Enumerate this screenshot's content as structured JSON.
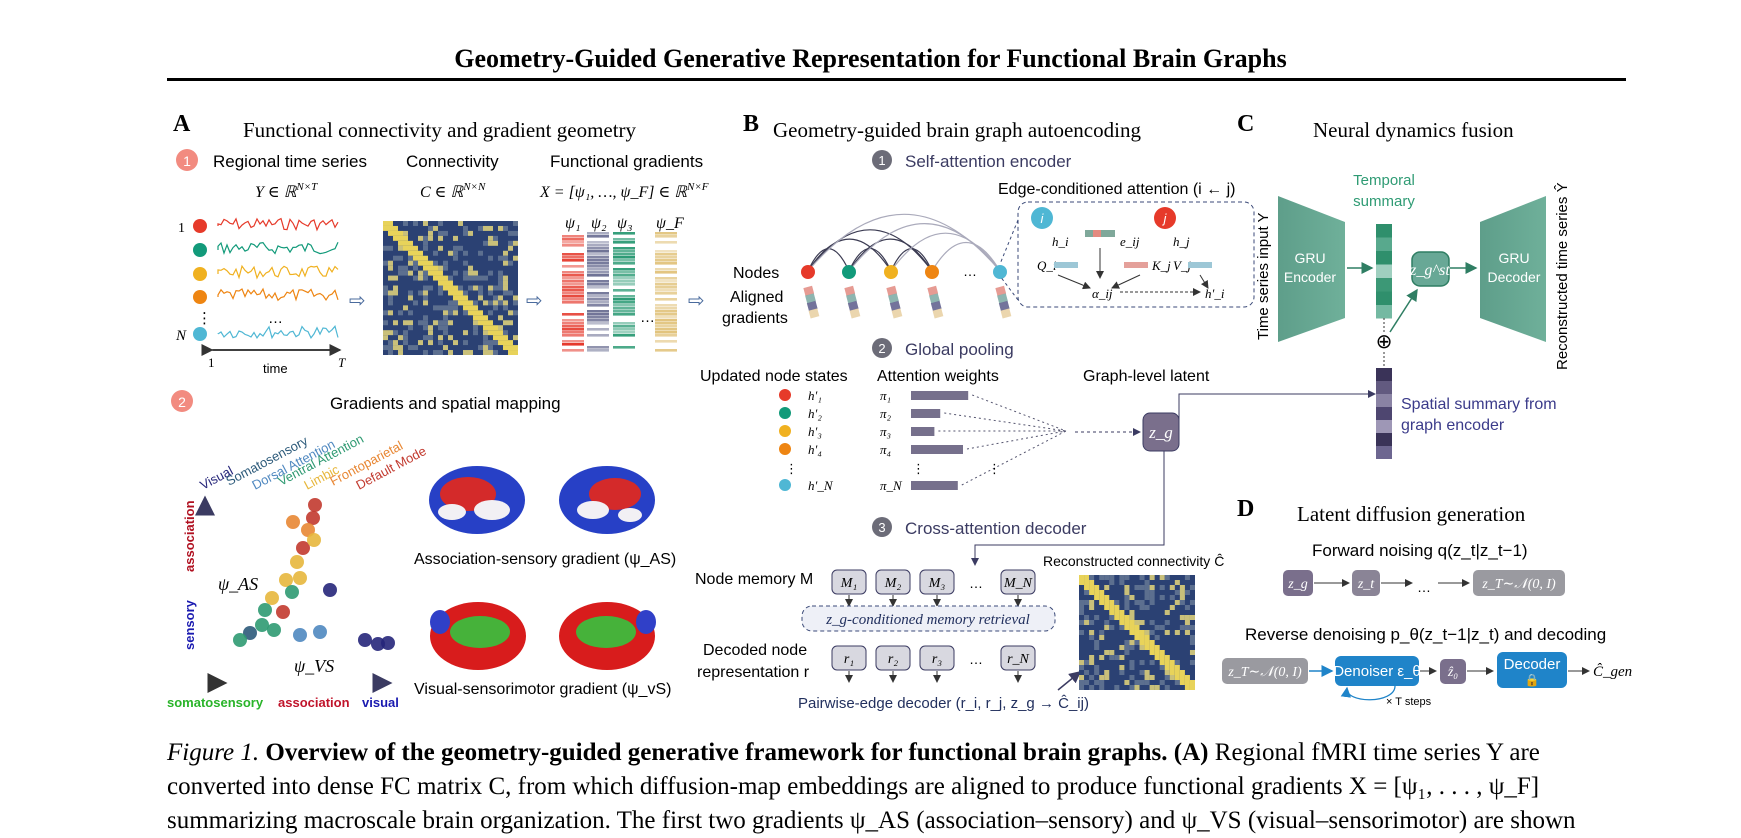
{
  "title": "Geometry-Guided Generative Representation for Functional Brain Graphs",
  "panelA": {
    "letter": "A",
    "title": "Functional connectivity and gradient geometry",
    "step1": "1",
    "col1_title": "Regional time series",
    "col1_math": "Y ∈ ℝ",
    "col1_sup": "N×T",
    "col2_title": "Connectivity",
    "col2_math": "C ∈ ℝ",
    "col2_sup": "N×N",
    "col3_title": "Functional gradients",
    "col3_math": "X = [ψ₁, …, ψ_F] ∈ ℝ",
    "col3_sup": "N×F",
    "psi_labels": [
      "ψ₁",
      "ψ₂",
      "ψ₃",
      "ψ_F"
    ],
    "ts_row1": "1",
    "ts_rowN": "N",
    "ts_vdots": "⋮",
    "ts_dots": "…",
    "time_start": "1",
    "time_label": "time",
    "time_end": "T",
    "grad_dots": "…",
    "step2": "2",
    "step2_title": "Gradients and spatial mapping",
    "networks": [
      "Visual",
      "Somatosensory",
      "Dorsal Attention",
      "Ventral Attention",
      "Limbic",
      "Frontoparietal",
      "Default Mode"
    ],
    "axis_association": "association",
    "axis_sensory": "sensory",
    "psi_as": "ψ_AS",
    "psi_vs": "ψ_VS",
    "x_left": "somatosensory",
    "x_mid": "association",
    "x_right": "visual",
    "brain1_caption": "Association-sensory gradient (ψ_AS)",
    "brain2_caption": "Visual-sensorimotor gradient (ψ_vS)"
  },
  "panelB": {
    "letter": "B",
    "title": "Geometry-guided brain graph autoencoding",
    "step1": "1",
    "step1_title": "Self-attention encoder",
    "nodes_label": "Nodes",
    "aligned_label": "Aligned gradients",
    "node_dots": "…",
    "edge_attention_title": "Edge-conditioned attention (i ← j)",
    "node_i": "i",
    "node_j": "j",
    "h_i": "h_i",
    "h_j": "h_j",
    "e_ij": "e_ij",
    "Q_i": "Q_i",
    "K_j": "K_j",
    "V_j": "V_j",
    "alpha_ij": "α_ij",
    "h_i_prime": "h′_i",
    "step2": "2",
    "step2_title": "Global pooling",
    "updated_states": "Updated node states",
    "attention_weights": "Attention weights",
    "h_labels": [
      "h′₁",
      "h′₂",
      "h′₃",
      "h′₄",
      "h′_N"
    ],
    "pi_labels": [
      "π₁",
      "π₂",
      "π₃",
      "π₄",
      "π_N"
    ],
    "attn_values": [
      0.88,
      0.45,
      0.36,
      0.8,
      0.72
    ],
    "graph_latent": "Graph-level latent",
    "z_g": "z_g",
    "step3": "3",
    "step3_title": "Cross-attention decoder",
    "node_memory": "Node memory M",
    "memory_slots": [
      "M₁",
      "M₂",
      "M₃",
      "M_N"
    ],
    "retrieval": "z_g-conditioned memory retrieval",
    "decoded_label_1": "Decoded node",
    "decoded_label_2": "representation r",
    "r_slots": [
      "r₁",
      "r₂",
      "r₃",
      "r_N"
    ],
    "pairwise": "Pairwise-edge decoder (r_i, r_j, z_g → Ĉ_ij)",
    "reconstructed": "Reconstructed connectivity Ĉ"
  },
  "panelC": {
    "letter": "C",
    "title": "Neural dynamics fusion",
    "input_label": "Time series input Y",
    "gru_encoder": [
      "GRU",
      "Encoder"
    ],
    "temporal_summary": [
      "Temporal",
      "summary"
    ],
    "z_st": "z_g^st",
    "gru_decoder": [
      "GRU",
      "Decoder"
    ],
    "output_label": "Reconstructed time series Ŷ",
    "oplus": "⊕",
    "spatial_summary": [
      "Spatial summary from",
      "graph encoder"
    ]
  },
  "panelD": {
    "letter": "D",
    "title": "Latent diffusion generation",
    "forward": "Forward noising q(z_t|z_t−1)",
    "forward_nodes": [
      "z_g",
      "z_t",
      "z_T∼𝒩(0, I)"
    ],
    "forward_dots": "…",
    "reverse": "Reverse denoising p_θ(z_t−1|z_t) and decoding",
    "reverse_nodes": [
      "z_T∼𝒩(0, I)",
      "Denoiser ε_θ",
      "ẑ₀",
      "Decoder"
    ],
    "steps_label": "× T steps",
    "output": "Ĉ_gen"
  },
  "caption": {
    "label": "Figure 1.",
    "bold": "Overview of the geometry-guided generative framework for functional brain graphs.",
    "tag_A": "(A)",
    "line1_rest": "Regional fMRI time series Y are",
    "line2": "converted into dense FC matrix C, from which diffusion-map embeddings are aligned to produce functional gradients X = [ψ₁, . . . , ψ_F]",
    "line3": "summarizing macroscale brain organization. The first two gradients ψ_AS (association–sensory) and ψ_VS (visual–sensorimotor) are shown"
  },
  "colors": {
    "network": [
      "#e63a2a",
      "#129a7a",
      "#f0b120",
      "#ee8512",
      "#4fb7d4"
    ],
    "latent": "#7a6f8c",
    "teal": "#68a896",
    "blue_box": "#1f84c9",
    "gray_box": "#9a9aa0"
  }
}
